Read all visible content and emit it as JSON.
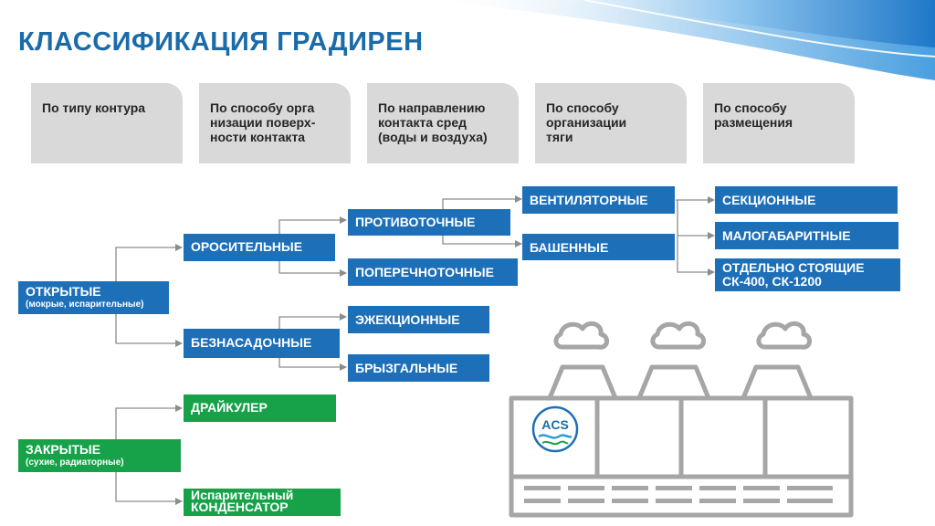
{
  "title": "КЛАССИФИКАЦИЯ ГРАДИРЕН",
  "categories": [
    "По типу контура",
    "По способу орга\nнизации поверх-\nности контакта",
    "По направлению\nконтакта сред\n(воды и воздуха)",
    "По способу\nорганизации\nтяги",
    "По способу\nразмещения"
  ],
  "nodes": {
    "open": {
      "label": "ОТКРЫТЫЕ",
      "sub": "(мокрые, испарительные)"
    },
    "closed": {
      "label": "ЗАКРЫТЫЕ",
      "sub": "(сухие, радиаторные)"
    },
    "irrigation": "ОРОСИТЕЛЬНЫЕ",
    "non_packed": "БЕЗНАСАДОЧНЫЕ",
    "counterflow": "ПРОТИВОТОЧНЫЕ",
    "crossflow": "ПОПЕРЕЧНОТОЧНЫЕ",
    "ejection": "ЭЖЕКЦИОННЫЕ",
    "spray": "БРЫЗГАЛЬНЫЕ",
    "fan": "ВЕНТИЛЯТОРНЫЕ",
    "tower": "БАШЕННЫЕ",
    "sectional": "СЕКЦИОННЫЕ",
    "compact": "МАЛОГАБАРИТНЫЕ",
    "standalone": {
      "line1": "ОТДЕЛЬНО СТОЯЩИЕ",
      "line2": "СК-400, СК-1200"
    },
    "drycooler": "ДРАЙКУЛЕР",
    "evap_condenser": {
      "line1": "Испарительный",
      "line2": "КОНДЕНСАТОР"
    }
  },
  "logo_text": "ACS",
  "colors": {
    "title": "#1a6ba8",
    "box_blue": "#1d6fb8",
    "box_green": "#17a24a",
    "category_bg": "#d9d9d9",
    "connector": "#8c8c8c",
    "illustration": "#a6a6a6"
  }
}
